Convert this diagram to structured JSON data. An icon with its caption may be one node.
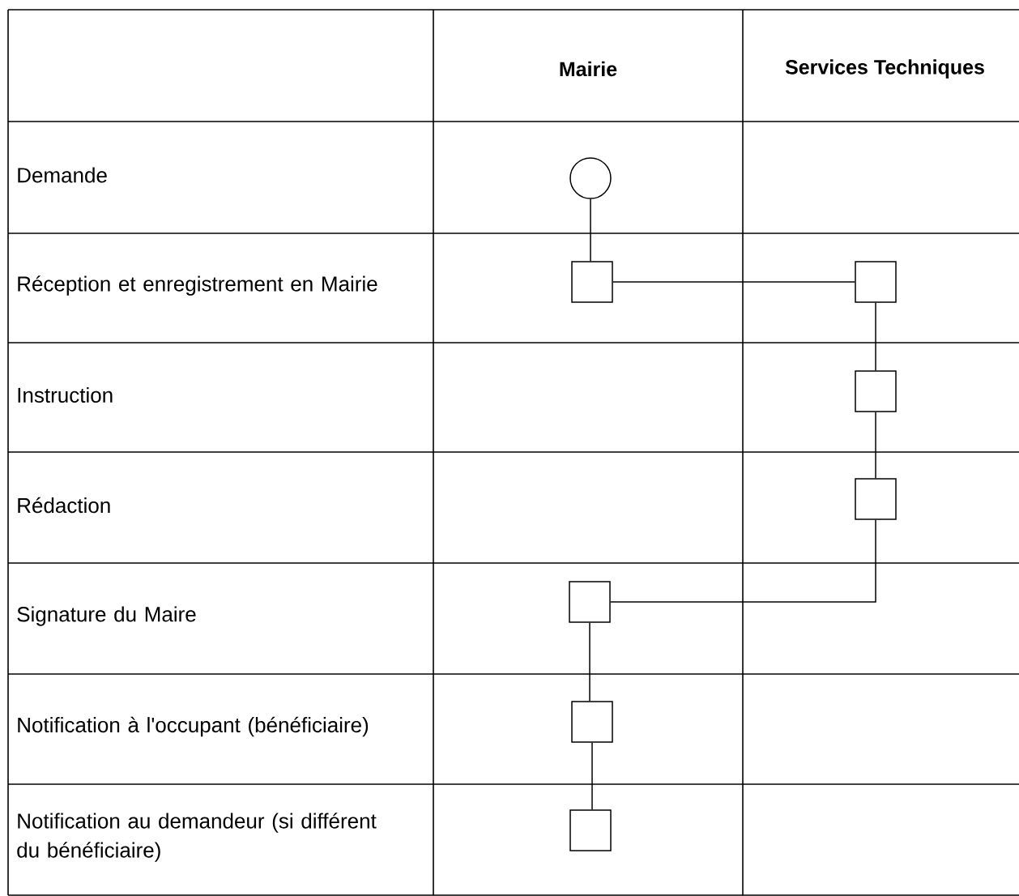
{
  "diagram": {
    "nodes": [
      {
        "text": [],
        "shape": "circle"
      },
      {
        "text": [],
        "shape": "box"
      },
      {
        "text": [],
        "shape": "box"
      },
      {
        "text": [],
        "shape": "box"
      },
      {
        "text": [],
        "shape": "box"
      },
      {
        "text": [],
        "shape": "box"
      },
      {
        "text": [],
        "shape": "box"
      },
      {
        "text": [],
        "shape": "box"
      }
    ],
    "edges": [
      {
        "from": 0,
        "to": 1,
        "arrow": "none"
      },
      {
        "from": 1,
        "to": 2,
        "arrow": "none"
      },
      {
        "from": 2,
        "to": 3,
        "arrow": "none"
      },
      {
        "from": 3,
        "to": 4,
        "arrow": "none"
      },
      {
        "from": 4,
        "to": 5,
        "arrow": "none"
      },
      {
        "from": 5,
        "to": 6,
        "arrow": "none"
      },
      {
        "from": 6,
        "to": 7,
        "arrow": "none"
      }
    ],
    "labels": [
      "Mairie",
      "Services Techniques",
      "Demande",
      "Réception et enregistrement en Mairie",
      "Instruction",
      "Rédaction",
      "Signature du Maire",
      "Notification à l'occupant (bénéficiaire)",
      "Notification au demandeur (si différent du bénéficiaire)"
    ]
  }
}
